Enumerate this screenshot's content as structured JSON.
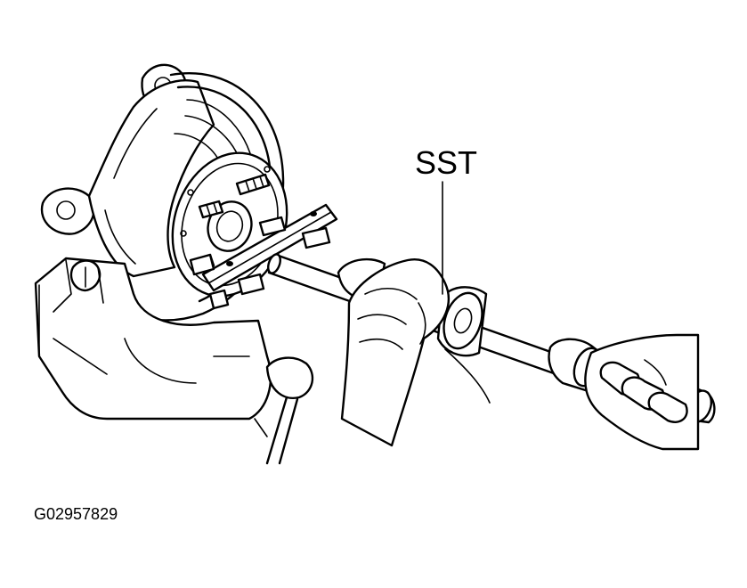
{
  "figure": {
    "callout_label": "SST",
    "figure_code": "G02957829"
  },
  "colors": {
    "line": "#000000",
    "background": "#ffffff"
  },
  "icons": {
    "knuckle": "steering-knuckle-drawing",
    "hub": "axle-hub-drawing",
    "tool": "slide-hammer-puller-drawing",
    "hands": "hands-drawing"
  }
}
